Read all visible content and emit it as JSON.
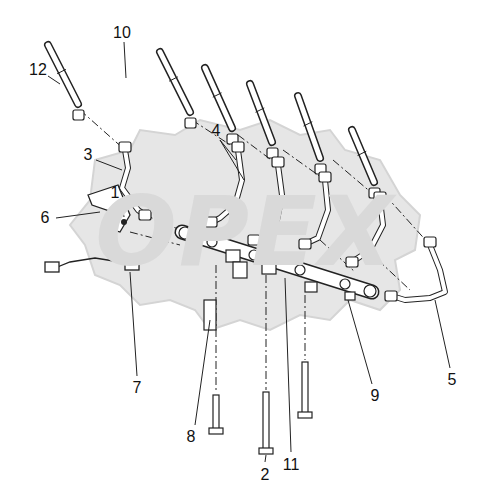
{
  "diagram": {
    "labels": [
      "10",
      "12",
      "4",
      "3",
      "1",
      "6",
      "5",
      "9",
      "7",
      "8",
      "2",
      "11",
      "OPEX"
    ]
  }
}
